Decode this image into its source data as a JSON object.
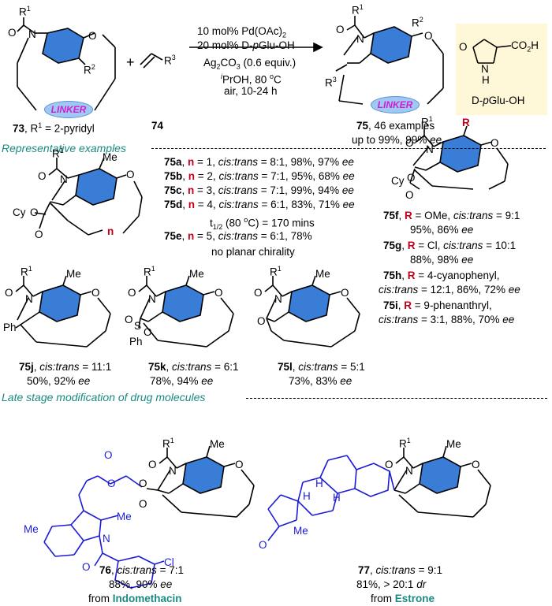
{
  "scheme": {
    "sm73_r1": "R",
    "sm73_r1_sup": "1",
    "sm73_r2": "R",
    "sm73_r2_sup": "2",
    "sm73_n": "N",
    "sm73_o": "O",
    "sm73_oc": "O",
    "linker": "LINKER",
    "label73": "73",
    "label73_rest": ", R",
    "label73_sup": "1",
    "label73_tail": " = 2-pyridyl",
    "plus": "+",
    "sm74_r3": "R",
    "sm74_r3_sup": "3",
    "label74": "74",
    "cond1": "10 mol% Pd(OAc)",
    "cond1_sub": "2",
    "cond2": "20 mol% D-",
    "cond2_p": "p",
    "cond2_tail": "Glu-OH",
    "cond3": "Ag",
    "cond3_sub1": "2",
    "cond3_mid": "CO",
    "cond3_sub2": "3",
    "cond3_tail": " (0.6 equiv.)",
    "cond4_sup": "i",
    "cond4": "PrOH, 80 ",
    "cond4_deg": "o",
    "cond4_tail": "C",
    "cond5": "air, 10-24 h",
    "label75": "75",
    "label75_tail": ", 46 examples",
    "label75_line2": "up to 99%, 99% ",
    "ee": "ee",
    "ligand_name_pre": "D-",
    "ligand_name_p": "p",
    "ligand_name_tail": "Glu-OH",
    "ligand_o": "O",
    "ligand_h": "H",
    "ligand_n": "N",
    "ligand_co2h": "CO",
    "ligand_co2h_sub": "2",
    "ligand_co2h_tail": "H"
  },
  "section1_title": "Representative examples",
  "section2_title": "Late stage modification of drug molecules",
  "examples_a_e": [
    {
      "id": "75a",
      "n": "n",
      "eq": " = 1, ",
      "ct": "cis:trans",
      "data": " = 8:1, 98%, 97% ",
      "ee": "ee"
    },
    {
      "id": "75b",
      "n": "n",
      "eq": " = 2, ",
      "ct": "cis:trans",
      "data": " = 7:1, 95%, 68% ",
      "ee": "ee"
    },
    {
      "id": "75c",
      "n": "n",
      "eq": " = 3, ",
      "ct": "cis:trans",
      "data": " = 7:1, 99%, 94% ",
      "ee": "ee"
    },
    {
      "id": "75d",
      "n": "n",
      "eq": " = 4, ",
      "ct": "cis:trans",
      "data": " = 6:1, 83%, 71% ",
      "ee": "ee"
    }
  ],
  "half_life": {
    "t": "t",
    "sub": "1/2",
    "mid": " (80 ",
    "deg": "o",
    "tail": "C) =  170 mins"
  },
  "example_e": {
    "id": "75e",
    "n": "n",
    "eq": " = 5, ",
    "ct": "cis:trans",
    "data": " = 6:1, 78%"
  },
  "no_planar": "no planar chirality",
  "examples_f_i": [
    {
      "id": "75f",
      "r": "R",
      "rest": " = OMe, ",
      "ct": "cis:trans",
      "data": " = 9:1",
      "line2": "95%, 86% ",
      "ee": "ee"
    },
    {
      "id": "75g",
      "r": "R",
      "rest": " = Cl, ",
      "ct": "cis:trans",
      "data": " = 10:1",
      "line2": "88%, 98% ",
      "ee": "ee"
    },
    {
      "id": "75h",
      "r": "R",
      "rest": " = 4-cyanophenyl,",
      "ct": "cis:trans",
      "data": " = 12:1, 86%, 72% ",
      "ee": "ee"
    },
    {
      "id": "75i",
      "r": "R",
      "rest": " = 9-phenanthryl,",
      "ct": "cis:trans",
      "data": " = 3:1, 88%, 70% ",
      "ee": "ee"
    }
  ],
  "examples_jkl": [
    {
      "id": "75j",
      "ct": "cis:trans",
      "data": " = 11:1",
      "line2": "50%, 92% ",
      "ee": "ee",
      "sub": "Ph"
    },
    {
      "id": "75k",
      "ct": "cis:trans",
      "data": " = 6:1",
      "line2": "78%, 94% ",
      "ee": "ee",
      "sub": "Ph"
    },
    {
      "id": "75l",
      "ct": "cis:trans",
      "data": " = 5:1",
      "line2": "73%, 83% ",
      "ee": "ee",
      "sub": ""
    }
  ],
  "atoms": {
    "r": "R",
    "one": "1",
    "n": "N",
    "o": "O",
    "me": "Me",
    "cy": "Cy",
    "ph": "Ph",
    "s": "S",
    "cl": "Cl",
    "h": "H"
  },
  "drug76": {
    "id": "76",
    "ct": "cis:trans",
    "data": " = 7:1",
    "line2": "88%, 90% ",
    "ee": "ee",
    "from": "from ",
    "drug": "Indomethacin"
  },
  "drug77": {
    "id": "77",
    "ct": "cis:trans",
    "data": " = 9:1",
    "line2": "81%, > 20:1 ",
    "dr": "dr",
    "from": "from ",
    "drug": "Estrone"
  }
}
